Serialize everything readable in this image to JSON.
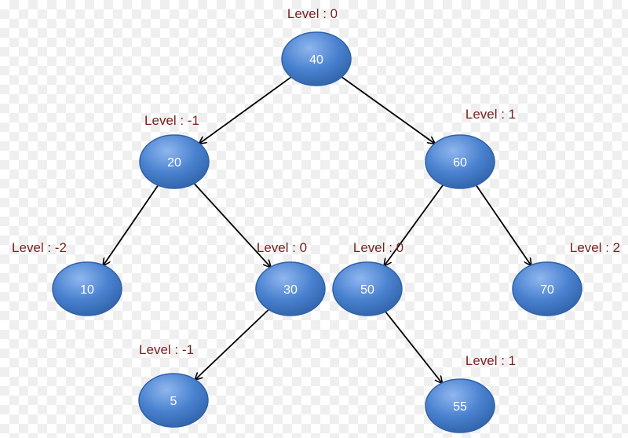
{
  "colors": {
    "node_fill": "#4a82d0",
    "node_stroke": "#2f62a8",
    "edge": "#000000",
    "level_text": "#7a1f1f",
    "node_text": "#ffffff"
  },
  "nodes": [
    {
      "id": "n40",
      "value": "40",
      "level": "Level : 0"
    },
    {
      "id": "n20",
      "value": "20",
      "level": "Level : -1"
    },
    {
      "id": "n60",
      "value": "60",
      "level": "Level : 1"
    },
    {
      "id": "n10",
      "value": "10",
      "level": "Level : -2"
    },
    {
      "id": "n30",
      "value": "30",
      "level": "Level : 0"
    },
    {
      "id": "n50",
      "value": "50",
      "level": "Level : 0"
    },
    {
      "id": "n70",
      "value": "70",
      "level": "Level : 2"
    },
    {
      "id": "n5",
      "value": "5",
      "level": "Level : -1"
    },
    {
      "id": "n55",
      "value": "55",
      "level": "Level : 1"
    }
  ],
  "edges": [
    {
      "from": "n40",
      "to": "n20"
    },
    {
      "from": "n40",
      "to": "n60"
    },
    {
      "from": "n20",
      "to": "n10"
    },
    {
      "from": "n20",
      "to": "n30"
    },
    {
      "from": "n60",
      "to": "n50"
    },
    {
      "from": "n60",
      "to": "n70"
    },
    {
      "from": "n30",
      "to": "n5"
    },
    {
      "from": "n50",
      "to": "n55"
    }
  ]
}
